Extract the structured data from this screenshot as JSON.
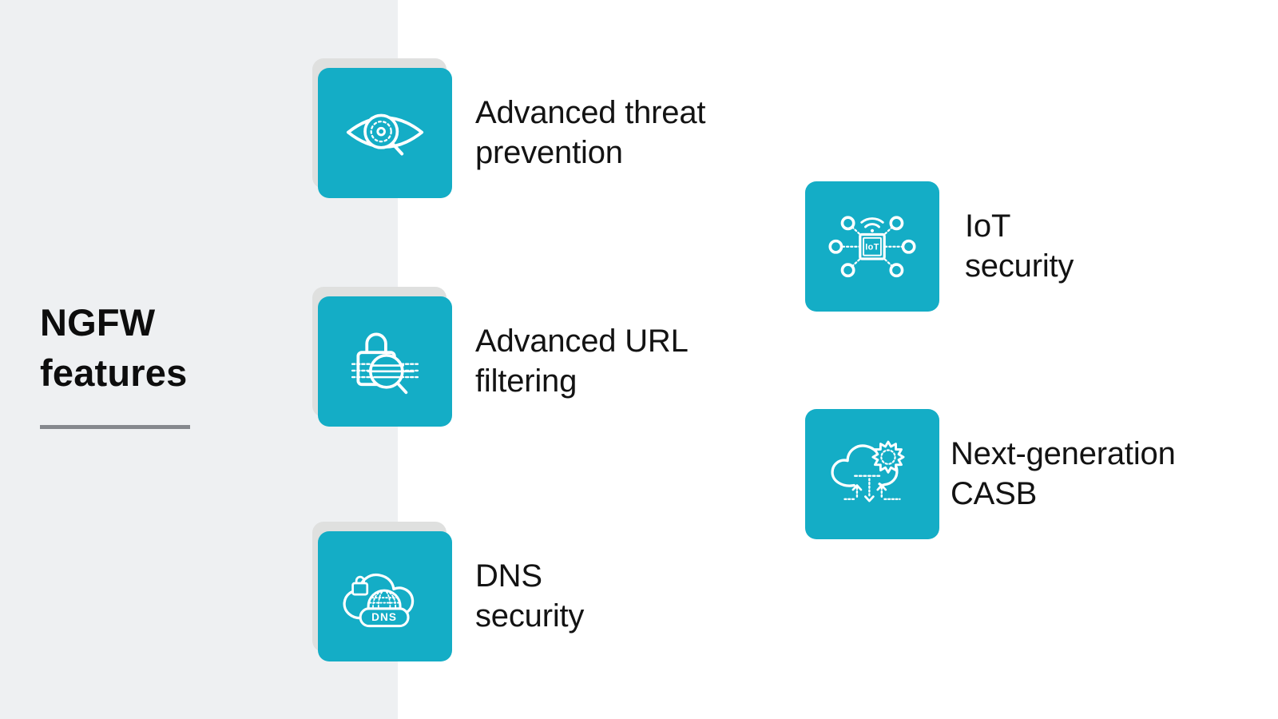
{
  "colors": {
    "background": "#ffffff",
    "panel": "#eef0f2",
    "card": "#14adc6",
    "shadow": "#dfe0df",
    "divider": "#85888d",
    "text": "#131313",
    "icon_stroke": "#ffffff"
  },
  "title": {
    "line1": "NGFW",
    "line2": "features"
  },
  "features": [
    {
      "label_line1": "Advanced threat",
      "label_line2": "prevention",
      "icon": "eye-magnifier-icon"
    },
    {
      "label_line1": "Advanced URL",
      "label_line2": "filtering",
      "icon": "lock-magnifier-icon"
    },
    {
      "label_line1": "DNS",
      "label_line2": "security",
      "icon": "dns-cloud-lock-icon",
      "icon_text": "DNS"
    },
    {
      "label_line1": "IoT",
      "label_line2": "security",
      "icon": "iot-chip-network-icon",
      "icon_text": "IoT"
    },
    {
      "label_line1": "Next-generation",
      "label_line2": "CASB",
      "icon": "cloud-gear-sync-icon"
    }
  ]
}
